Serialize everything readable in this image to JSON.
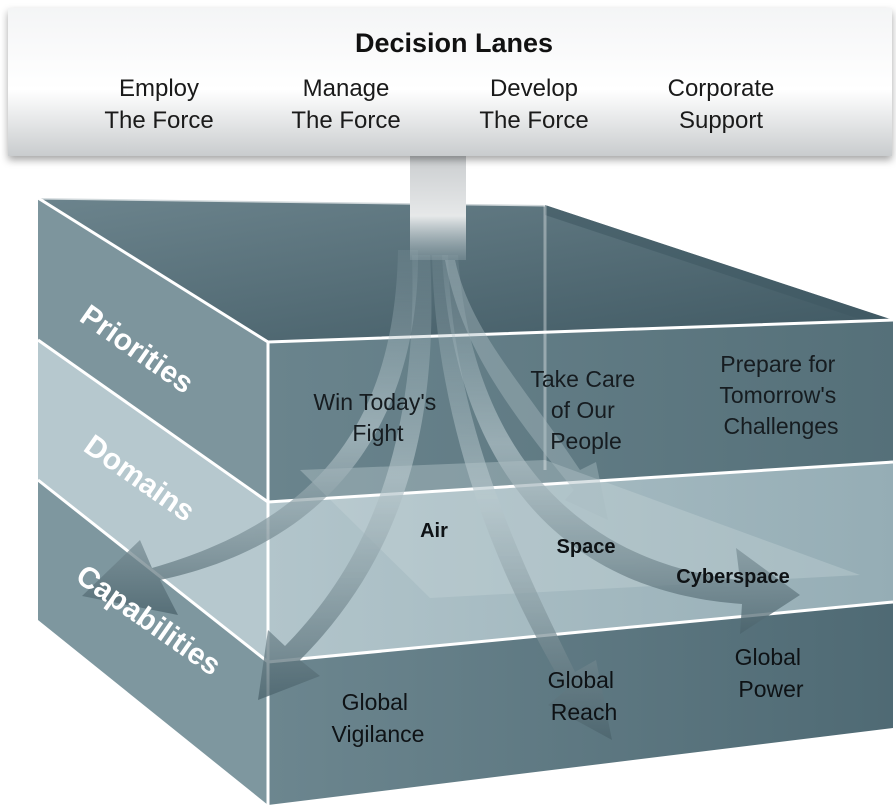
{
  "header": {
    "title": "Decision Lanes",
    "lanes": [
      {
        "line1": "Employ",
        "line2": "The Force"
      },
      {
        "line1": "Manage",
        "line2": "The Force"
      },
      {
        "line1": "Develop",
        "line2": "The Force"
      },
      {
        "line1": "Corporate",
        "line2": "Support"
      }
    ]
  },
  "layers": {
    "priorities_label": "Priorities",
    "domains_label": "Domains",
    "capabilities_label": "Capabilities"
  },
  "priorities": [
    {
      "lines": [
        "Win Today's",
        "Fight"
      ]
    },
    {
      "lines": [
        "Take Care",
        "of Our",
        "People"
      ]
    },
    {
      "lines": [
        "Prepare for",
        "Tomorrow's",
        "Challenges"
      ]
    }
  ],
  "domains": [
    "Air",
    "Space",
    "Cyberspace"
  ],
  "capabilities": [
    {
      "lines": [
        "Global",
        "Vigilance"
      ]
    },
    {
      "lines": [
        "Global",
        "Reach"
      ]
    },
    {
      "lines": [
        "Global",
        "Power"
      ]
    }
  ],
  "colors": {
    "header_light": "#ffffff",
    "header_dark": "#cdd0d2",
    "cube_top": "#4d6670",
    "priorities_band": "#5f7a84",
    "domains_band": "#9db4bc",
    "capabilities_band": "#58737e",
    "edge": "#ffffff"
  }
}
